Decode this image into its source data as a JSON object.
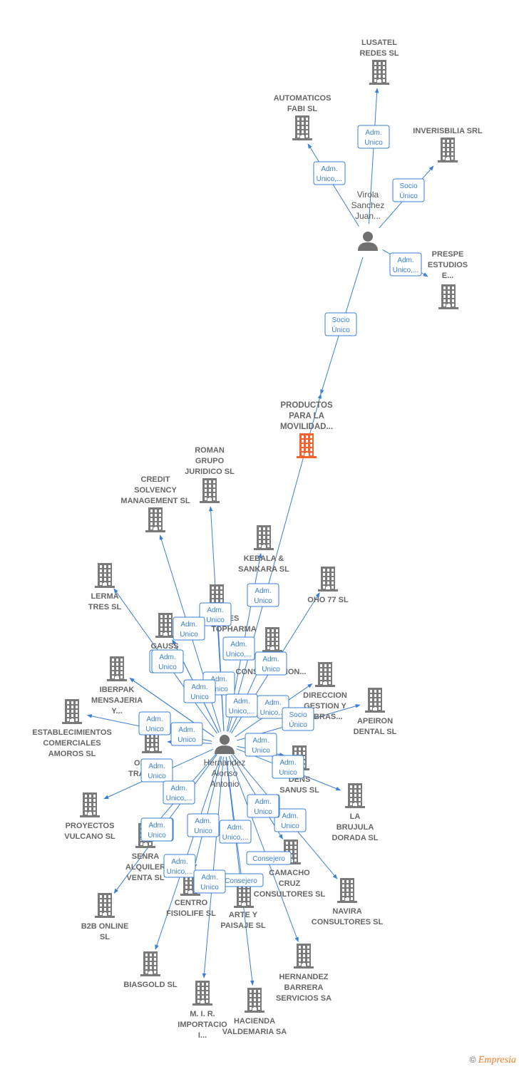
{
  "watermark": {
    "copyright": "©",
    "brand": "Empresia"
  },
  "colors": {
    "edge": "#3a7fd5",
    "company": "#7a7a7a",
    "focus": "#f4622f",
    "person": "#707070"
  },
  "persons": [
    {
      "id": "virola",
      "lines": [
        "Virola",
        "Sanchez",
        "Juan..."
      ]
    },
    {
      "id": "hernandez",
      "lines": [
        "Hernandez",
        "Alonso",
        "Antonio"
      ]
    }
  ],
  "companies": [
    {
      "id": "lusatel",
      "lines": [
        "LUSATEL",
        "REDES SL"
      ]
    },
    {
      "id": "automaticos",
      "lines": [
        "AUTOMATICOS",
        "FABI  SL"
      ]
    },
    {
      "id": "inverisbilia",
      "lines": [
        "INVERISBILIA SRL"
      ]
    },
    {
      "id": "prespe",
      "lines": [
        "PRESPE",
        "ESTUDIOS",
        "E..."
      ]
    },
    {
      "id": "productos",
      "focus": true,
      "lines": [
        "PRODUCTOS",
        "PARA LA",
        "MOVILIDAD..."
      ]
    },
    {
      "id": "roman",
      "lines": [
        "ROMAN",
        "GRUPO",
        "JURIDICO  SL"
      ]
    },
    {
      "id": "credit",
      "lines": [
        "CREDIT",
        "SOLVENCY",
        "MANAGEMENT SL"
      ]
    },
    {
      "id": "kebala",
      "lines": [
        "KEBALA &",
        "SANKARA SL"
      ]
    },
    {
      "id": "lerma",
      "lines": [
        "LERMA",
        "TRES SL"
      ]
    },
    {
      "id": "oho",
      "lines": [
        "OHO 77  SL"
      ]
    },
    {
      "id": "topharma",
      "lines": [
        "ES",
        "TOPHARMA",
        "SL"
      ]
    },
    {
      "id": "gauss",
      "lines": [
        "GAUSS",
        "TE...L"
      ]
    },
    {
      "id": "construccion",
      "lines": [
        "MA...ES",
        "CONSTRUCCION..."
      ]
    },
    {
      "id": "iberpak",
      "lines": [
        "IBERPAK",
        "MENSAJERIA",
        "Y..."
      ]
    },
    {
      "id": "direccion",
      "lines": [
        "DIRECCION",
        "GESTION Y",
        "OBRAS..."
      ]
    },
    {
      "id": "apeiron",
      "lines": [
        "APEIRON",
        "DENTAL  SL"
      ]
    },
    {
      "id": "establecimientos",
      "lines": [
        "ESTABLECIMIENTOS",
        "COMERCIALES",
        "AMOROS SL"
      ]
    },
    {
      "id": "op",
      "lines": [
        "OP",
        "TRA..."
      ]
    },
    {
      "id": "dens",
      "lines": [
        "DENS",
        "SANUS SL"
      ]
    },
    {
      "id": "brujula",
      "lines": [
        "LA",
        "BRUJULA",
        "DORADA SL"
      ]
    },
    {
      "id": "proyectos",
      "lines": [
        "PROYECTOS",
        "VULCANO SL"
      ]
    },
    {
      "id": "senra",
      "lines": [
        "SENRA",
        "ALQUILER",
        "VENTA SL"
      ]
    },
    {
      "id": "camacho",
      "lines": [
        "CAMACHO",
        "CRUZ",
        "CONSULTORES SL"
      ]
    },
    {
      "id": "navira",
      "lines": [
        "NAVIRA",
        "CONSULTORES SL"
      ]
    },
    {
      "id": "centro",
      "lines": [
        "CENTRO",
        "FISIOLIFE SL"
      ]
    },
    {
      "id": "arte",
      "lines": [
        "ARTE Y",
        "PAISAJE SL"
      ]
    },
    {
      "id": "b2b",
      "lines": [
        "B2B ONLINE",
        "SL"
      ]
    },
    {
      "id": "biasgold",
      "lines": [
        "BIASGOLD SL"
      ]
    },
    {
      "id": "hernandezbarrera",
      "lines": [
        "HERNANDEZ",
        "BARRERA",
        "SERVICIOS SA"
      ]
    },
    {
      "id": "mir",
      "lines": [
        "M.  I. R.",
        "IMPORTACIO",
        "I..."
      ]
    },
    {
      "id": "hacienda",
      "lines": [
        "HACIENDA",
        "VALDEMARIA SA"
      ]
    }
  ],
  "edges": [
    {
      "from": "virola",
      "to": "lusatel",
      "label": [
        "Adm.",
        "Unico"
      ]
    },
    {
      "from": "virola",
      "to": "automaticos",
      "label": [
        "Adm.",
        "Unico,..."
      ]
    },
    {
      "from": "virola",
      "to": "inverisbilia",
      "label": [
        "Socio",
        "Único"
      ]
    },
    {
      "from": "virola",
      "to": "prespe",
      "label": [
        "Adm.",
        "Unico,..."
      ]
    },
    {
      "from": "virola",
      "to": "productos",
      "label": [
        "Socio",
        "Único"
      ]
    },
    {
      "from": "hernandez",
      "to": "productos",
      "label": [
        "Adm.",
        "Unico"
      ]
    },
    {
      "from": "hernandez",
      "to": "roman",
      "label": [
        "Adm.",
        "Unico"
      ]
    },
    {
      "from": "hernandez",
      "to": "credit",
      "label": [
        "Adm.",
        "Unico"
      ]
    },
    {
      "from": "hernandez",
      "to": "kebala",
      "label": [
        "Adm.",
        "Unico,..."
      ]
    },
    {
      "from": "hernandez",
      "to": "lerma",
      "label": [
        "Adm.",
        "Unico"
      ]
    },
    {
      "from": "hernandez",
      "to": "oho",
      "label": [
        "Adm.",
        "Unico"
      ]
    },
    {
      "from": "hernandez",
      "to": "topharma",
      "label": [
        "Adm.",
        "Unico"
      ]
    },
    {
      "from": "hernandez",
      "to": "gauss",
      "label": [
        "Adm.",
        "Unico"
      ]
    },
    {
      "from": "hernandez",
      "to": "construccion",
      "label": [
        "Adm.",
        "Unico,..."
      ]
    },
    {
      "from": "hernandez",
      "to": "iberpak",
      "label": [
        "Adm.",
        "Unico,..."
      ]
    },
    {
      "from": "hernandez",
      "to": "direccion",
      "label": [
        "Socio",
        "Único"
      ]
    },
    {
      "from": "hernandez",
      "to": "apeiron",
      "label": [
        "Adm.",
        "Unico"
      ]
    },
    {
      "from": "hernandez",
      "to": "establecimientos",
      "label": [
        "Adm.",
        "Unico"
      ]
    },
    {
      "from": "hernandez",
      "to": "op",
      "label": [
        "Adm.",
        "Unico"
      ]
    },
    {
      "from": "hernandez",
      "to": "dens",
      "label": [
        "Adm.",
        "Unico"
      ]
    },
    {
      "from": "hernandez",
      "to": "brujula",
      "label": [
        "Adm.",
        "Unico"
      ]
    },
    {
      "from": "hernandez",
      "to": "proyectos",
      "label": [
        "Adm.",
        "Unico"
      ]
    },
    {
      "from": "hernandez",
      "to": "senra",
      "label": [
        "Adm.",
        "Unico,..."
      ]
    },
    {
      "from": "hernandez",
      "to": "camacho",
      "label": [
        "Adm.",
        "Unico"
      ]
    },
    {
      "from": "hernandez",
      "to": "navira",
      "label": [
        "Adm.",
        "Unico"
      ]
    },
    {
      "from": "hernandez",
      "to": "centro",
      "label": [
        "Adm.",
        "Unico"
      ]
    },
    {
      "from": "hernandez",
      "to": "arte",
      "label": [
        "Consejero"
      ]
    },
    {
      "from": "hernandez",
      "to": "b2b",
      "label": [
        "Adm.",
        "Unico"
      ]
    },
    {
      "from": "hernandez",
      "to": "biasgold",
      "label": [
        "Adm.",
        "Unico,..."
      ]
    },
    {
      "from": "hernandez",
      "to": "hernandezbarrera",
      "label": [
        "Consejero"
      ]
    },
    {
      "from": "hernandez",
      "to": "mir",
      "label": [
        "Adm.",
        "Unico"
      ]
    },
    {
      "from": "hernandez",
      "to": "hacienda",
      "label": [
        "Adm.",
        "Unico,..."
      ]
    },
    {
      "from": "hernandez",
      "to": "gauss",
      "label": [
        "Adm.",
        "Unico"
      ]
    },
    {
      "from": "hernandez",
      "to": "iberpak",
      "label": [
        "Adm.",
        "Unico"
      ]
    }
  ]
}
